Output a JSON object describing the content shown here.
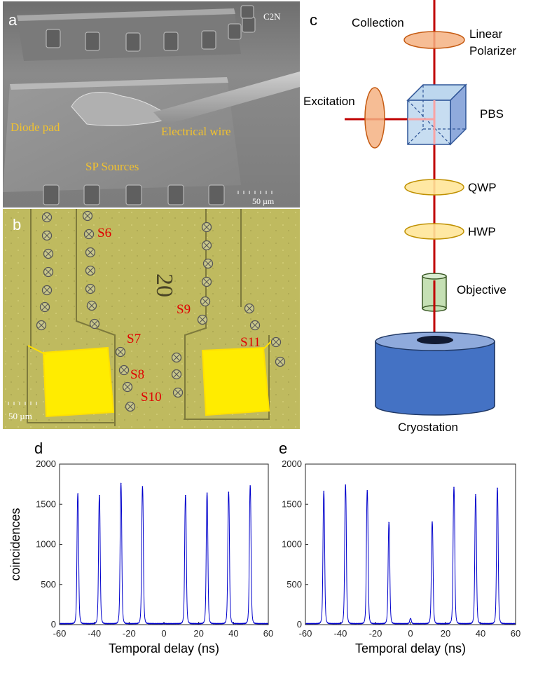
{
  "panels": {
    "a": {
      "letter": "a",
      "watermark": "C2N",
      "labels": {
        "diode_pad": "Diode pad",
        "electrical_wire": "Electrical wire",
        "sp_sources": "SP Sources"
      },
      "scale_bar": "50 µm"
    },
    "b": {
      "letter": "b",
      "sources": [
        "S6",
        "S7",
        "S8",
        "S9",
        "S10",
        "S11"
      ],
      "scale_bar": "50 µm"
    },
    "c": {
      "letter": "c",
      "labels": {
        "collection": "Collection",
        "linear_polarizer_1": "Linear",
        "linear_polarizer_2": "Polarizer",
        "excitation": "Excitation",
        "pbs": "PBS",
        "qwp": "QWP",
        "hwp": "HWP",
        "objective": "Objective",
        "cryostation": "Cryostation"
      },
      "colors": {
        "beam": "#c00000",
        "lens_orange": "#f4b183",
        "lens_yellow": "#ffe699",
        "objective": "#c5e0b4",
        "cube": "#bdd7ee",
        "cryostat": "#4472c4"
      }
    },
    "d": {
      "letter": "d"
    },
    "e": {
      "letter": "e"
    }
  },
  "chart_data": [
    {
      "panel": "d",
      "type": "line",
      "xlabel": "Temporal delay (ns)",
      "ylabel": "coincidences",
      "xlim": [
        -60,
        60
      ],
      "ylim": [
        0,
        2000
      ],
      "xticks": [
        -60,
        -40,
        -20,
        0,
        20,
        40,
        60
      ],
      "yticks": [
        0,
        500,
        1000,
        1500,
        2000
      ],
      "line_color": "#0000cc",
      "baseline": 12,
      "peaks": [
        {
          "x": -49.5,
          "y": 1630
        },
        {
          "x": -37.1,
          "y": 1610
        },
        {
          "x": -24.7,
          "y": 1760
        },
        {
          "x": -12.3,
          "y": 1720
        },
        {
          "x": 0.0,
          "y": 15
        },
        {
          "x": 12.4,
          "y": 1610
        },
        {
          "x": 24.8,
          "y": 1640
        },
        {
          "x": 37.2,
          "y": 1650
        },
        {
          "x": 49.6,
          "y": 1730
        }
      ]
    },
    {
      "panel": "e",
      "type": "line",
      "xlabel": "Temporal delay (ns)",
      "ylabel": "",
      "xlim": [
        -60,
        60
      ],
      "ylim": [
        0,
        2000
      ],
      "xticks": [
        -60,
        -40,
        -20,
        0,
        20,
        40,
        60
      ],
      "yticks": [
        0,
        500,
        1000,
        1500,
        2000
      ],
      "line_color": "#0000cc",
      "baseline": 12,
      "peaks": [
        {
          "x": -49.5,
          "y": 1660
        },
        {
          "x": -37.1,
          "y": 1740
        },
        {
          "x": -24.7,
          "y": 1670
        },
        {
          "x": -12.3,
          "y": 1270
        },
        {
          "x": 0.0,
          "y": 75
        },
        {
          "x": 12.4,
          "y": 1280
        },
        {
          "x": 24.8,
          "y": 1710
        },
        {
          "x": 37.2,
          "y": 1620
        },
        {
          "x": 49.6,
          "y": 1700
        }
      ]
    }
  ]
}
